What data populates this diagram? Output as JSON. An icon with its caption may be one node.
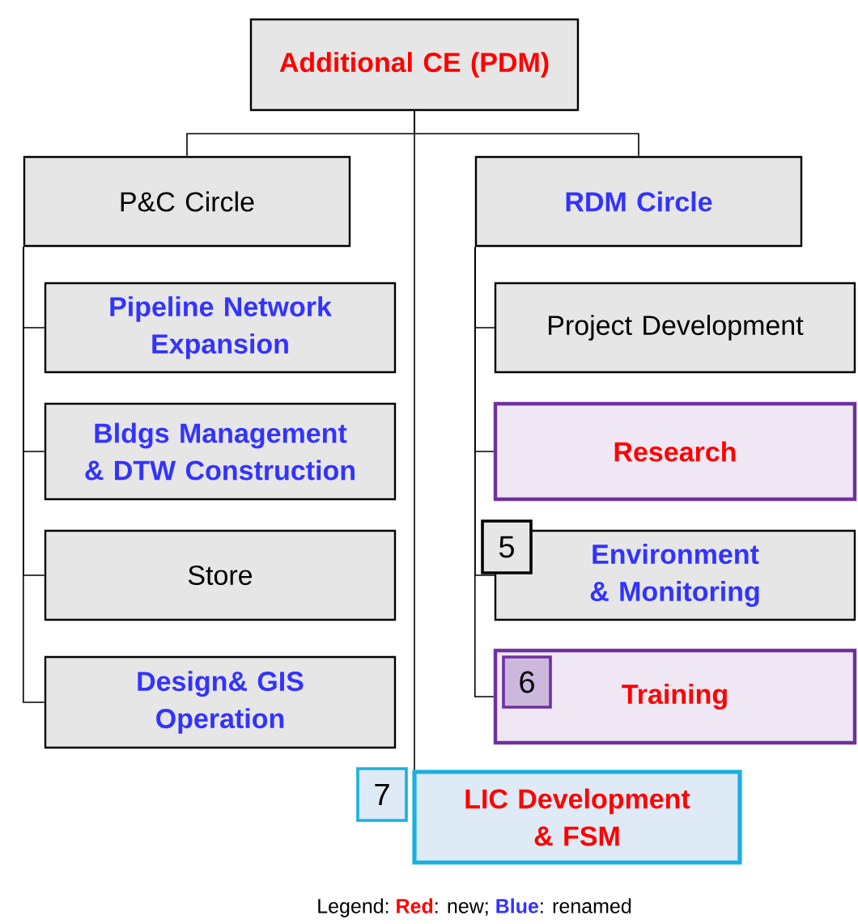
{
  "diagram": {
    "nodes": [
      {
        "text": [
          "Additional CE (PDM)"
        ]
      },
      {
        "text": [
          "P&C Circle"
        ]
      },
      {
        "text": [
          "RDM Circle"
        ]
      },
      {
        "text": [
          "Pipeline Network Expansion"
        ]
      },
      {
        "text": [
          "Bldgs Management & DTW Construction"
        ]
      },
      {
        "text": [
          "Store"
        ]
      },
      {
        "text": [
          "Design& GIS Operation"
        ]
      },
      {
        "text": [
          "Project Development"
        ]
      },
      {
        "text": [
          "Research"
        ]
      },
      {
        "text": [
          "Environment & Monitoring"
        ]
      },
      {
        "text": [
          "Training"
        ]
      },
      {
        "text": [
          "LIC Development & FSM"
        ]
      },
      {
        "text": [
          "5"
        ]
      },
      {
        "text": [
          "6"
        ],
        "in": 10
      },
      {
        "text": [
          "7"
        ]
      }
    ],
    "edges": [
      {
        "from": 0,
        "to": 1,
        "arrow": "none"
      },
      {
        "from": 0,
        "to": 2,
        "arrow": "none"
      },
      {
        "from": 0,
        "to": 11,
        "arrow": "none"
      },
      {
        "from": 1,
        "to": 3,
        "arrow": "none"
      },
      {
        "from": 1,
        "to": 4,
        "arrow": "none"
      },
      {
        "from": 1,
        "to": 5,
        "arrow": "none"
      },
      {
        "from": 1,
        "to": 6,
        "arrow": "none"
      },
      {
        "from": 2,
        "to": 7,
        "arrow": "none"
      },
      {
        "from": 2,
        "to": 8,
        "arrow": "none"
      },
      {
        "from": 2,
        "to": 9,
        "arrow": "none"
      },
      {
        "from": 2,
        "to": 10,
        "arrow": "none"
      }
    ],
    "labels": [
      "Legend:",
      "Red",
      "Blue"
    ],
    "legend": [
      {
        "text": ": new;",
        "color": "#ff0000"
      },
      {
        "text": ": renamed",
        "color": "#3333ff"
      }
    ]
  }
}
